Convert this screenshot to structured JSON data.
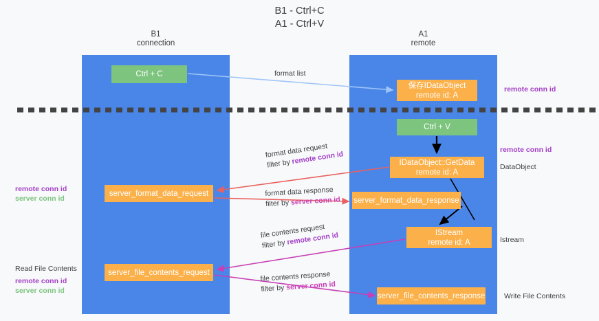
{
  "title": {
    "line1": "B1 - Ctrl+C",
    "line2": "A1 - Ctrl+V"
  },
  "columns": [
    {
      "id": "b1",
      "name": "B1",
      "role": "connection",
      "color": "#4a86e8"
    },
    {
      "id": "a1",
      "name": "A1",
      "role": "remote",
      "color": "#4a86e8"
    }
  ],
  "colors": {
    "panel_blue": "#4a86e8",
    "box_orange": "#fbb049",
    "box_green": "#7dc47f",
    "remote_conn_purple": "#a341c7",
    "server_conn_green": "#7dc47f",
    "server_conn_magenta": "#c73fb5",
    "arrow_blue": "#9fc5f8",
    "arrow_red": "#e8615f",
    "arrow_magenta": "#c73fb5",
    "arrow_black": "#000000",
    "background": "#f8f9fa",
    "text": "#3c4043"
  },
  "boxes": {
    "ctrl_c": {
      "label": "Ctrl + C",
      "color": "green"
    },
    "save_idataobject": {
      "line1": "保存IDataObject",
      "line2": "remote id: A",
      "color": "orange"
    },
    "ctrl_v": {
      "label": "Ctrl + V",
      "color": "green"
    },
    "getdata": {
      "line1": "IDataObject::GetData",
      "line2": "remote id: A",
      "color": "orange"
    },
    "server_format_data_request": {
      "label": "server_format_data_request",
      "color": "orange"
    },
    "server_format_data_response": {
      "label": "server_format_data_response",
      "color": "orange"
    },
    "istream": {
      "line1": "IStream",
      "line2": "remote id: A",
      "color": "orange"
    },
    "server_file_contents_request": {
      "label": "server_file_contents_request",
      "color": "orange"
    },
    "server_file_contents_response": {
      "label": "server_file_contents_response",
      "color": "orange"
    }
  },
  "edge_labels": {
    "format_list": "format list",
    "format_data_request": "format data request",
    "format_data_request_filter_prefix": "filter by ",
    "format_data_request_filter_key": "remote conn id",
    "format_data_response": "format data response",
    "format_data_response_filter_prefix": "filter by ",
    "format_data_response_filter_key": "server conn id",
    "file_contents_request": "file contents request",
    "file_contents_request_filter_prefix": "filter by ",
    "file_contents_request_filter_key": "remote conn id",
    "file_contents_response": "file contents response",
    "file_contents_response_filter_prefix": "filter by ",
    "file_contents_response_filter_key": "server conn id"
  },
  "side_notes": {
    "right_remote_conn_top": "remote conn id",
    "right_remote_conn_mid": "remote conn id",
    "right_dataobject": "DataObject",
    "right_istream": "Istream",
    "right_write_file_contents": "Write File Contents",
    "left_remote_conn_mid": "remote conn id",
    "left_server_conn_mid": "server conn id",
    "left_read_file_contents": "Read File Contents",
    "left_remote_conn_bottom": "remote conn id",
    "left_server_conn_bottom": "server conn id"
  },
  "divider": {
    "style": "dashed",
    "color": "#434343"
  }
}
